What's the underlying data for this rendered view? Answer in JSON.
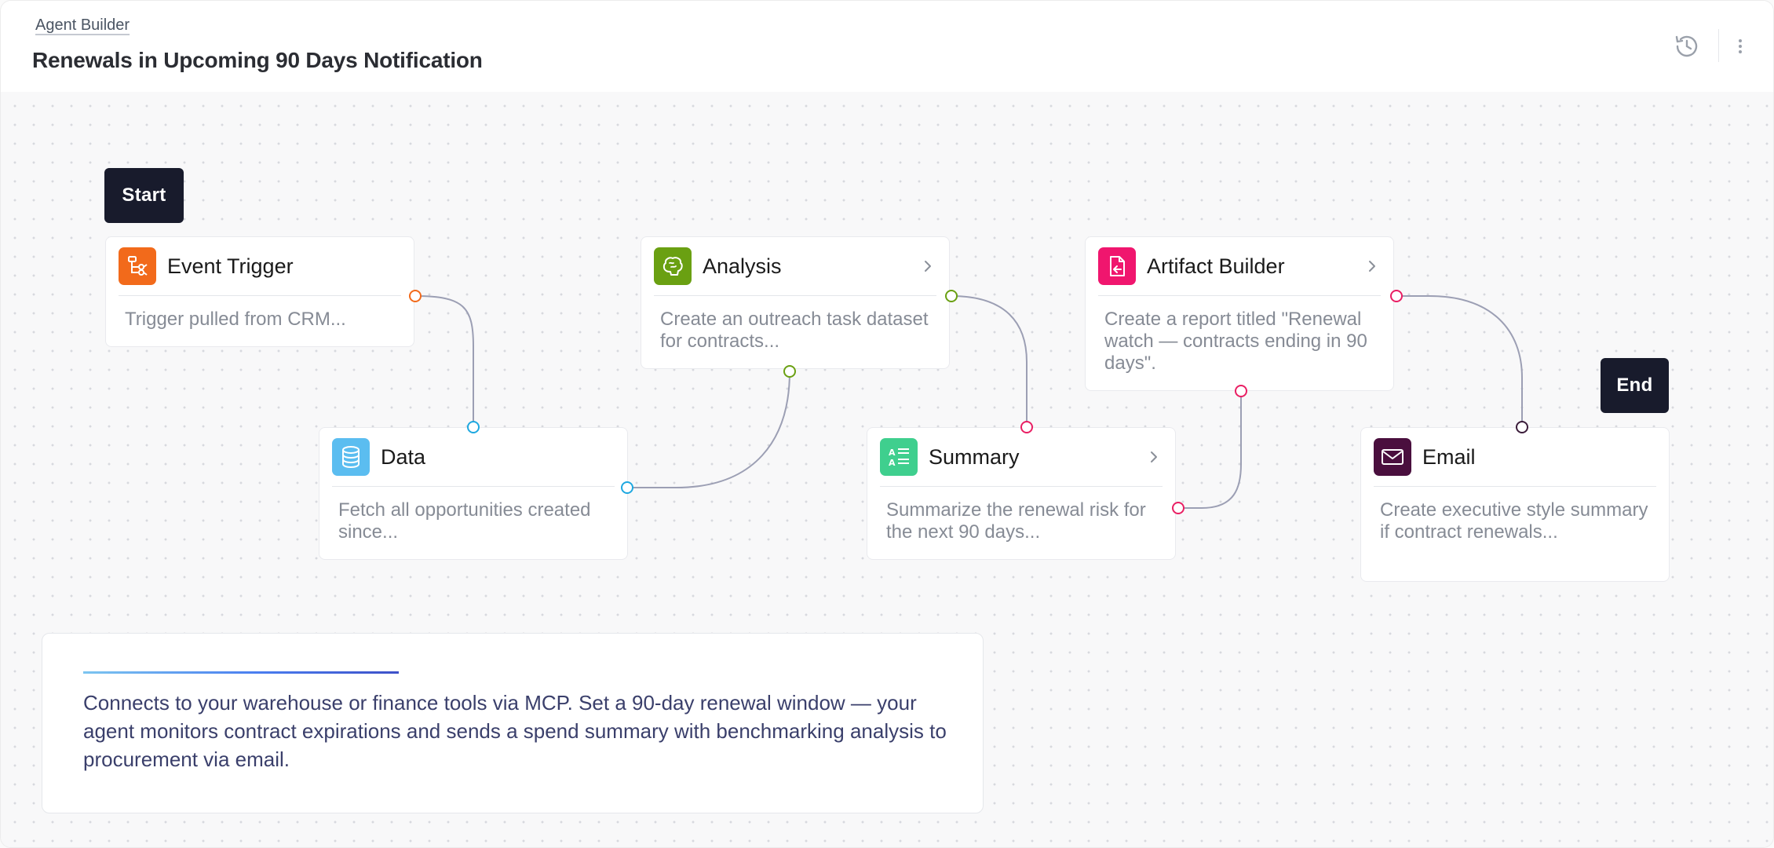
{
  "header": {
    "breadcrumb": "Agent Builder",
    "title": "Renewals in Upcoming 90 Days Notification",
    "icons": [
      "history-icon",
      "more-vertical-icon"
    ]
  },
  "flow": {
    "start_label": "Start",
    "end_label": "End",
    "nodes": [
      {
        "label": "Event Trigger",
        "description": "Trigger pulled from CRM...",
        "icon": "workflow-icon",
        "color": "#f26a1b"
      },
      {
        "label": "Data",
        "description": "Fetch all opportunities created since...",
        "icon": "database-icon",
        "color": "#5bbdf0"
      },
      {
        "label": "Analysis",
        "description": "Create an outreach task dataset for contracts...",
        "icon": "brain-icon",
        "color": "#6aa012"
      },
      {
        "label": "Summary",
        "description": "Summarize the renewal risk for the next 90 days...",
        "icon": "text-summary-icon",
        "color": "#3fcf8e"
      },
      {
        "label": "Artifact Builder",
        "description": "Create a report titled \"Renewal watch — contracts ending in 90 days\".",
        "icon": "file-export-icon",
        "color": "#f0166e"
      },
      {
        "label": "Email",
        "description": "Create executive style summary if contract renewals...",
        "icon": "mail-icon",
        "color": "#4a0f3e"
      }
    ]
  },
  "info": {
    "text": "Connects to your warehouse or finance tools via MCP. Set a 90-day renewal window — your agent monitors contract expirations and sends a spend summary with benchmarking analysis to procurement via email."
  },
  "colors": {
    "pill": "#181b2c",
    "wire": "#9c9fb4",
    "port_orange": "#f26a1b",
    "port_blue": "#1ea8e0",
    "port_green": "#6aa012",
    "port_pink": "#e91e63",
    "port_dark": "#3b1d3a"
  }
}
